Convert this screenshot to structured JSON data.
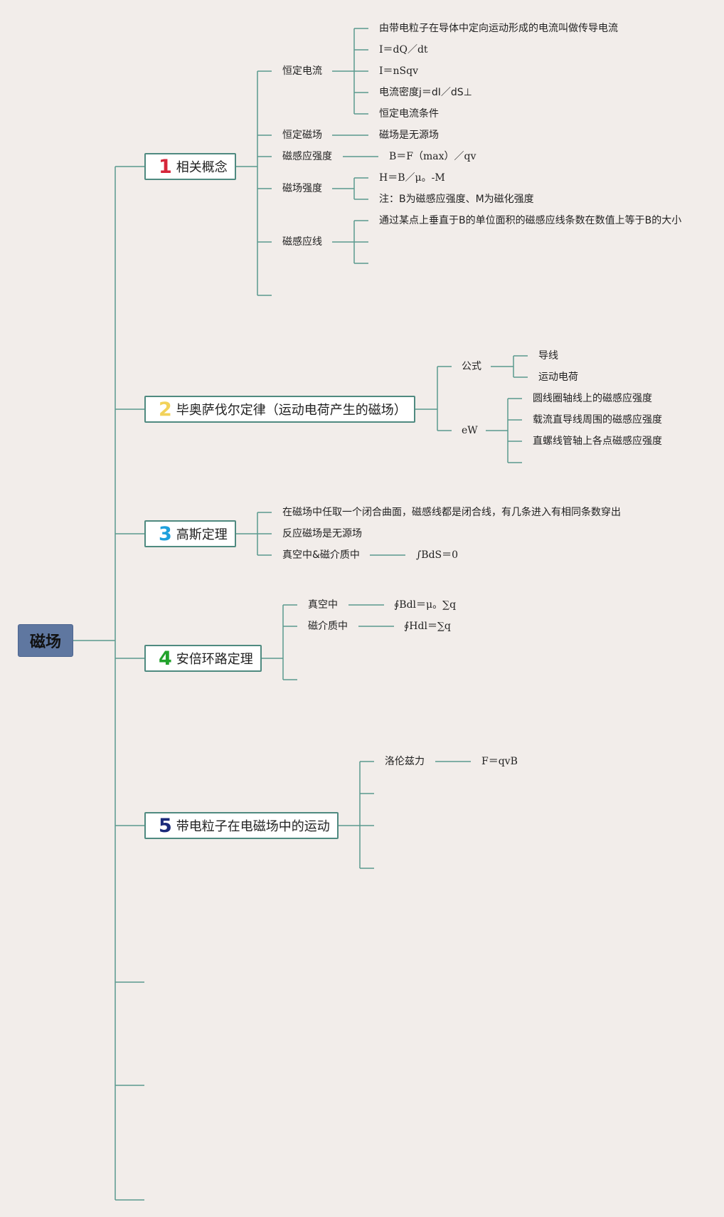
{
  "root": {
    "label": "磁场"
  },
  "colors": {
    "line": "#5a9a8e",
    "root_bg": "#5f77a0",
    "num1": "#d6263a",
    "num2": "#f2d25a",
    "num3": "#1ea0dc",
    "num4": "#22a22c",
    "num5": "#1b2a7a"
  },
  "branches": [
    {
      "num": "1",
      "label": "相关概念",
      "children": [
        {
          "label": "恒定电流",
          "children": [
            "由带电粒子在导体中定向运动形成的电流叫做传导电流",
            "I＝dQ／dt",
            "I＝nSqv",
            "电流密度j＝dI／dS⊥",
            "恒定电流条件"
          ]
        },
        {
          "label": "恒定磁场",
          "children": [
            "磁场是无源场"
          ]
        },
        {
          "label": "磁感应强度",
          "children": [
            "B＝F（max）／qv"
          ]
        },
        {
          "label": "磁场强度",
          "children": [
            "H＝B／μ。-M",
            "注：B为磁感应强度、M为磁化强度"
          ]
        },
        {
          "label": "磁感应线",
          "children": [
            "通过某点上垂直于B的单位面积的磁感应线条数在数值上等于B的大小"
          ]
        }
      ]
    },
    {
      "num": "2",
      "label": "毕奥萨伐尔定律（运动电荷产生的磁场）",
      "children": [
        {
          "label": "公式",
          "children": [
            "导线",
            "运动电荷"
          ]
        },
        {
          "label": "eW",
          "children": [
            "圆线圈轴线上的磁感应强度",
            "载流直导线周围的磁感应强度",
            "直螺线管轴上各点磁感应强度"
          ]
        }
      ]
    },
    {
      "num": "3",
      "label": "高斯定理",
      "children": [
        {
          "label": "在磁场中任取一个闭合曲面，磁感线都是闭合线，有几条进入有相同条数穿出"
        },
        {
          "label": "反应磁场是无源场"
        },
        {
          "label": "真空中&磁介质中",
          "children": [
            "∫BdS＝0"
          ]
        }
      ]
    },
    {
      "num": "4",
      "label": "安倍环路定理",
      "children": [
        {
          "label": "真空中",
          "children": [
            "∮Bdl＝μ。∑q"
          ]
        },
        {
          "label": "磁介质中",
          "children": [
            "∮Hdl＝∑q"
          ]
        }
      ]
    },
    {
      "num": "5",
      "label": "带电粒子在电磁场中的运动",
      "children": [
        {
          "label": "洛伦兹力",
          "children": [
            "F＝qvB"
          ]
        }
      ]
    }
  ]
}
